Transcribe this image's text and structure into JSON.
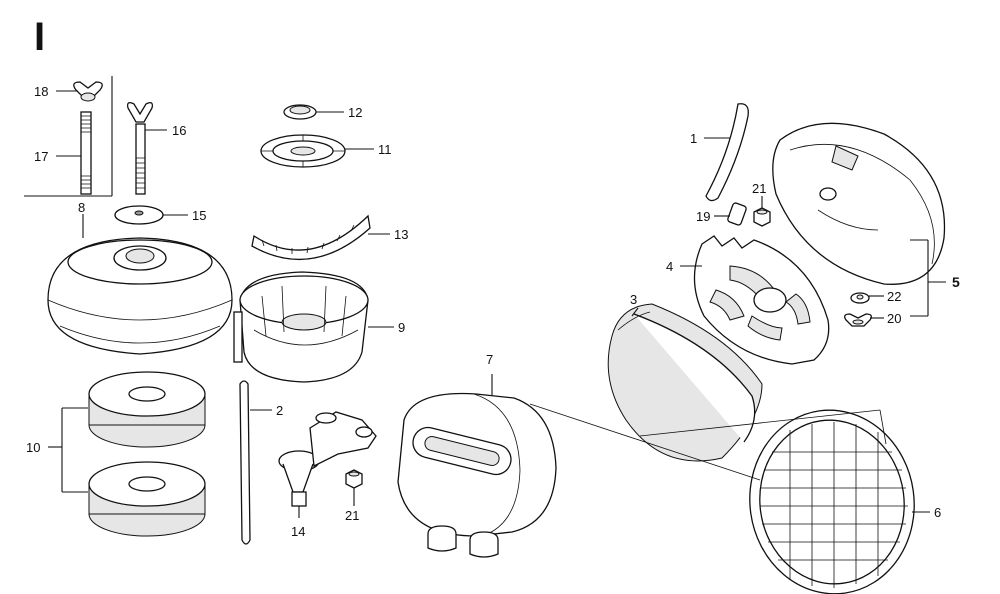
{
  "section_label": "I",
  "callouts": {
    "c1": "1",
    "c2": "2",
    "c3": "3",
    "c4": "4",
    "c5": "5",
    "c6": "6",
    "c7": "7",
    "c8": "8",
    "c9": "9",
    "c10": "10",
    "c11": "11",
    "c12": "12",
    "c13": "13",
    "c14": "14",
    "c15": "15",
    "c16": "16",
    "c17": "17",
    "c18": "18",
    "c19": "19",
    "c20": "20",
    "c21a": "21",
    "c21b": "21",
    "c22": "22"
  }
}
